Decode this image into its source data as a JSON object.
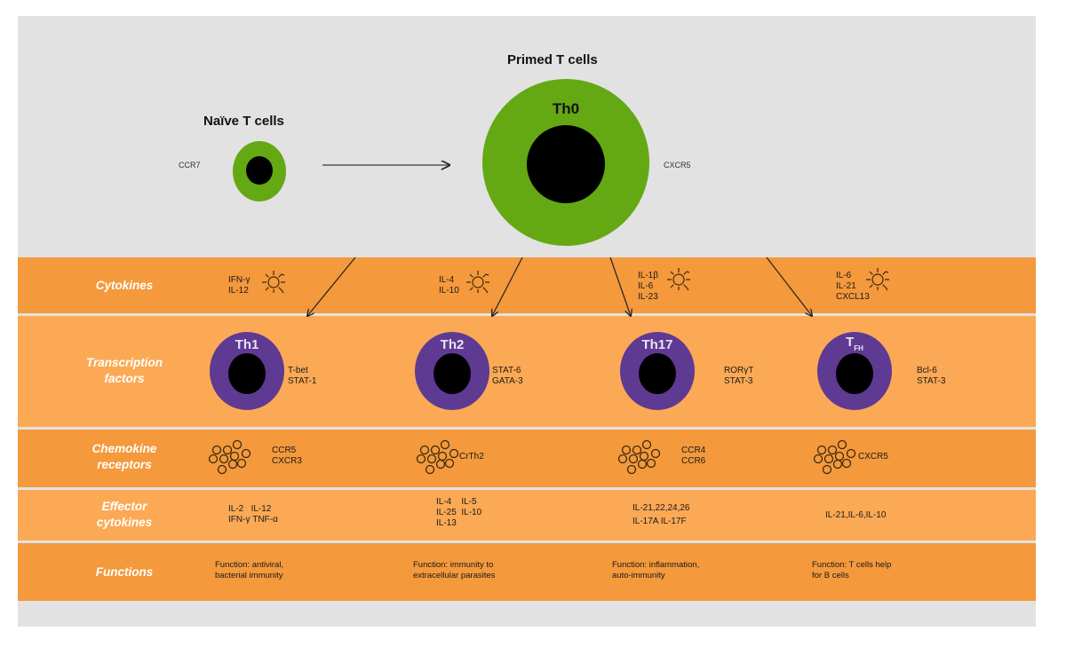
{
  "top": {
    "naive": {
      "title": "Naïve T cells",
      "marker": "CCR7"
    },
    "primed": {
      "title": "Primed T cells",
      "cell_label": "Th0",
      "marker": "CXCR5"
    }
  },
  "rows": [
    {
      "key": "cytokines",
      "label": "Cytokines"
    },
    {
      "key": "transcription",
      "label": "Transcription\nfactors"
    },
    {
      "key": "chemokine",
      "label": "Chemokine\nreceptors"
    },
    {
      "key": "effector",
      "label": "Effector\ncytokines"
    },
    {
      "key": "functions",
      "label": "Functions"
    }
  ],
  "subsets": [
    {
      "name": "Th1",
      "name_sub": "",
      "cytokines": "IFN-γ\nIL-12",
      "transcription_factors": "T-bet\nSTAT-1",
      "chemokine_receptors": "CCR5\nCXCR3",
      "effector_cytokines": "IL-2   IL-12\nIFN-γ TNF-α",
      "function": "Function: antiviral,\nbacterial immunity"
    },
    {
      "name": "Th2",
      "name_sub": "",
      "cytokines": "IL-4\nIL-10",
      "transcription_factors": "STAT-6\nGATA-3",
      "chemokine_receptors": "CrTh2",
      "effector_cytokines": "IL-4    IL-5\nIL-25  IL-10\nIL-13",
      "function": "Function: immunity to\nextracellular parasites"
    },
    {
      "name": "Th17",
      "name_sub": "",
      "cytokines": "IL-1β\nIL-6\nIL-23",
      "transcription_factors": "RORγT\nSTAT-3",
      "chemokine_receptors": "CCR4\nCCR6",
      "effector_cytokines": "IL-21,22,24,26\nIL-17A IL-17F",
      "function": "Function: inflammation,\nauto-immunity"
    },
    {
      "name": "T",
      "name_sub": "FH",
      "cytokines": "IL-6\nIL-21\nCXCL13",
      "transcription_factors": "Bcl-6\nSTAT-3",
      "chemokine_receptors": "CXCR5",
      "effector_cytokines": "IL-21,IL-6,IL-10",
      "function": "Function: T cells help\nfor B cells"
    }
  ],
  "icons": {
    "cytokine": "sun-burst-cytokine-icon",
    "receptor": "receptor-cluster-icon"
  },
  "colors": {
    "background_panel": "#e2e2e2",
    "band_dark": "#f4993c",
    "band_light": "#fba955",
    "naive_green": "#64a814",
    "subset_purple": "#5e3a93",
    "nucleus": "#000000"
  }
}
